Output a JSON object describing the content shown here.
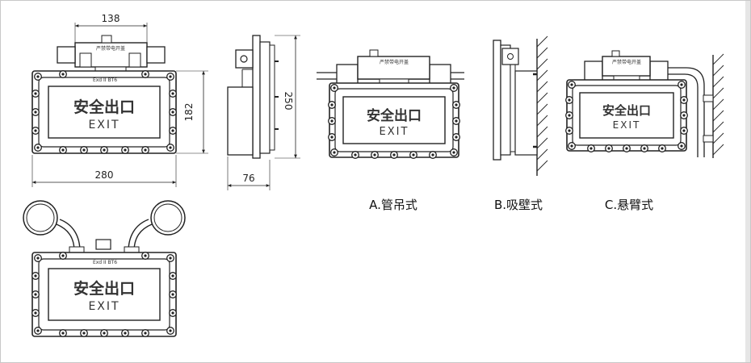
{
  "sign_text": {
    "chinese": "安全出口",
    "english": "EXIT",
    "marking": "Exd II BT6",
    "junction_box_label": "严禁带电开盖"
  },
  "dimensions": {
    "box_width": "138",
    "height": "182",
    "width": "280",
    "side_height": "250",
    "depth": "76"
  },
  "captions": {
    "a": "A.管吊式",
    "b": "B.吸壁式",
    "c": "C.悬臂式"
  }
}
